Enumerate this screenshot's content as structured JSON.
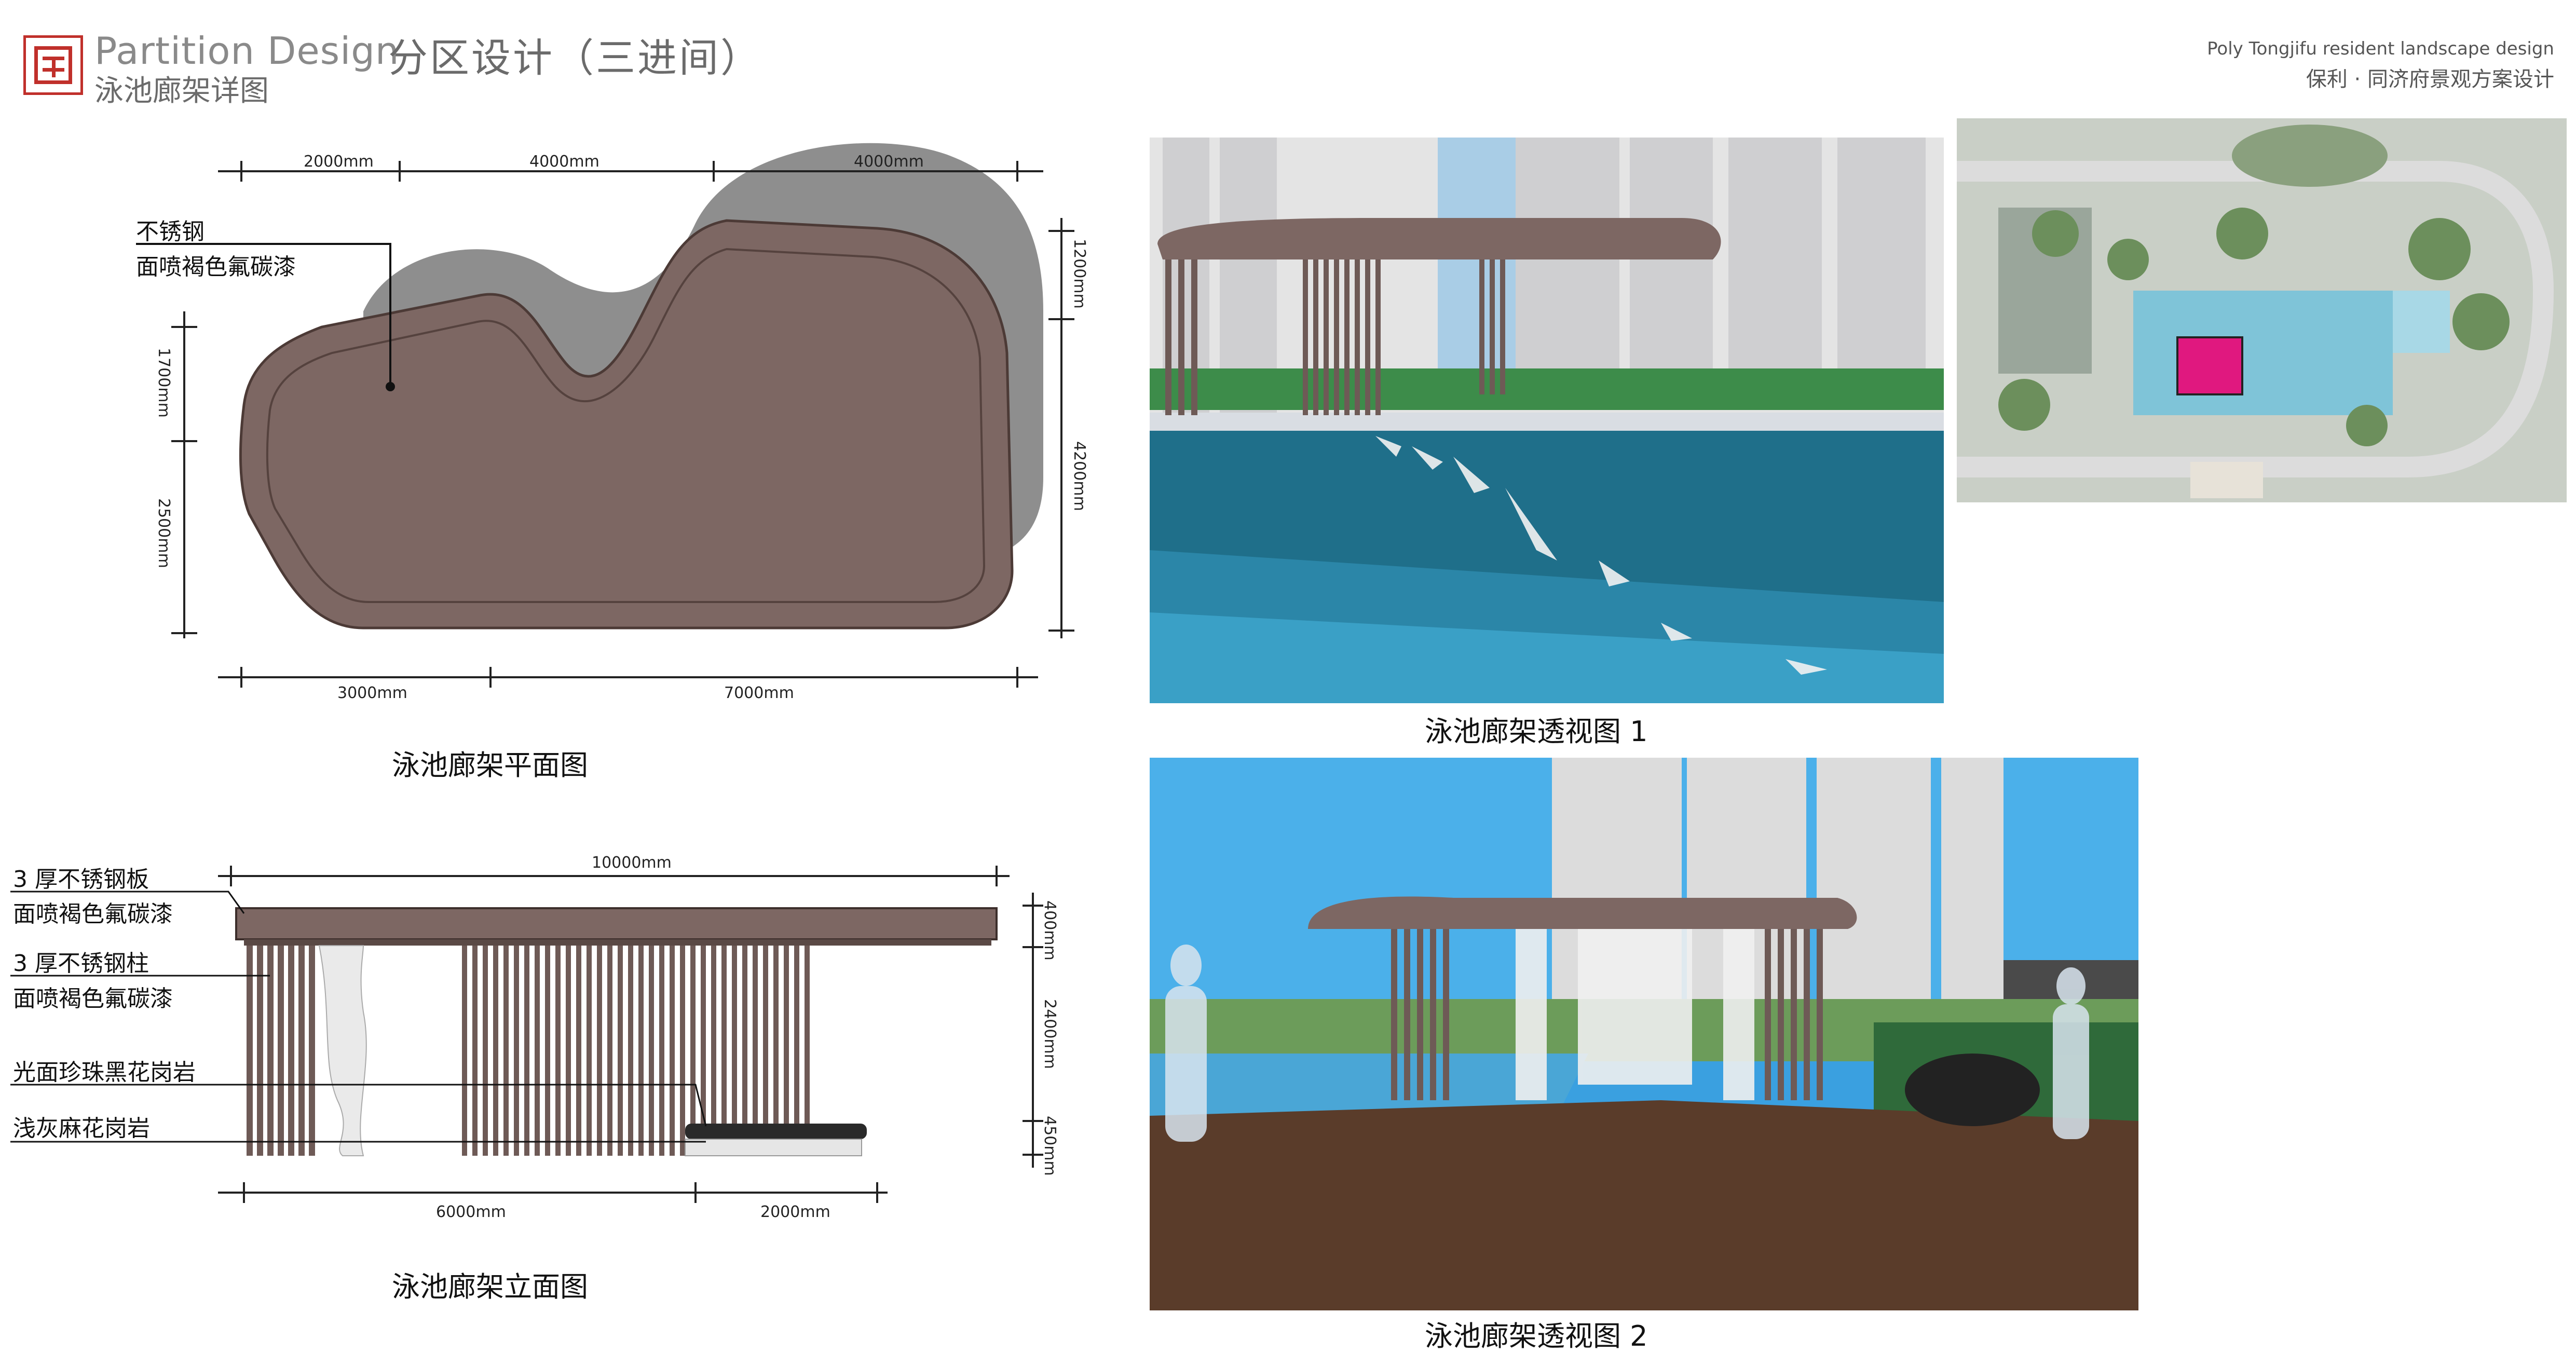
{
  "header": {
    "title_en": "Partition Design",
    "subtitle_cn": "泳池廊架详图",
    "section_title": "分区设计（三进间）",
    "project_en": "Poly Tongjifu resident landscape design",
    "project_cn": "保利 · 同济府景观方案设计"
  },
  "plan": {
    "caption": "泳池廊架平面图",
    "dims_top": [
      "2000mm",
      "4000mm",
      "4000mm"
    ],
    "dims_bottom": [
      "3000mm",
      "7000mm"
    ],
    "dims_left": [
      "1700mm",
      "2500mm"
    ],
    "dims_right": [
      "1200mm",
      "4200mm"
    ],
    "callout_line1": "不锈钢",
    "callout_line2": "面喷褐色氟碳漆"
  },
  "elevation": {
    "caption": "泳池廊架立面图",
    "dim_top": "10000mm",
    "dims_right": [
      "400mm",
      "2400mm",
      "450mm"
    ],
    "dims_bottom": [
      "6000mm",
      "2000mm"
    ],
    "callouts": [
      "3 厚不锈钢板",
      "面喷褐色氟碳漆",
      "3 厚不锈钢柱",
      "面喷褐色氟碳漆",
      "光面珍珠黑花岗岩",
      "浅灰麻花岗岩"
    ]
  },
  "views": {
    "caption1": "泳池廊架透视图 1",
    "caption2": "泳池廊架透视图 2"
  },
  "colors": {
    "pavilion_brown": "#7d6763",
    "shadow_gray": "#8e8e8e",
    "pool_blue": "#1f6f8a",
    "highlight_magenta": "#e0187f",
    "logo_red": "#c0302b"
  }
}
